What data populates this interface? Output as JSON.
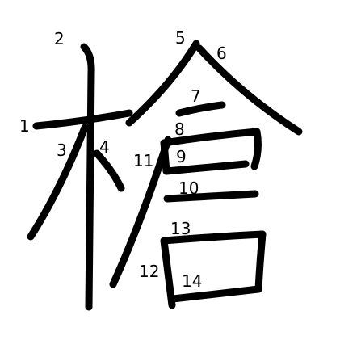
{
  "character": "槍",
  "stroke_numbers": [
    "1",
    "2",
    "3",
    "4",
    "5",
    "6",
    "7",
    "8",
    "9",
    "10",
    "11",
    "12",
    "13",
    "14"
  ]
}
